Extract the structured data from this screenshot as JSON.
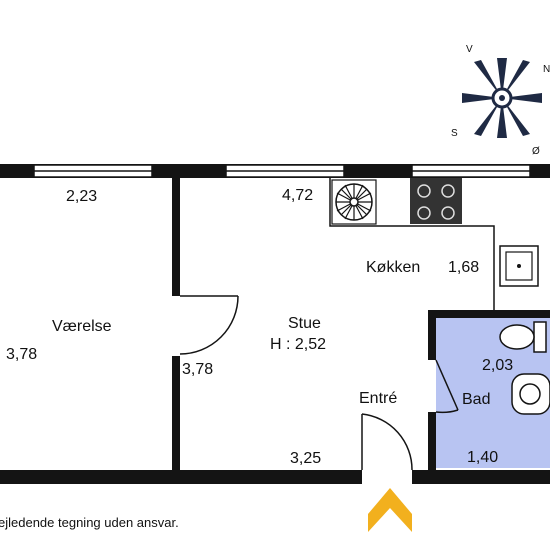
{
  "rooms": {
    "vaerelse": {
      "name": "Værelse",
      "width": "2,23",
      "depth": "3,78"
    },
    "stue": {
      "name": "Stue",
      "height": "H : 2,52",
      "width_top": "4,72",
      "width_bottom": "3,25",
      "depth": "3,78"
    },
    "koekken": {
      "name": "Køkken",
      "dim": "1,68"
    },
    "bad": {
      "name": "Bad",
      "dim1": "2,03",
      "dim2": "1,40"
    },
    "entre": {
      "name": "Entré"
    }
  },
  "compass": {
    "n": "N",
    "s": "S",
    "v": "V",
    "o": "Ø"
  },
  "disclaimer": "ejledende tegning uden ansvar.",
  "colors": {
    "wall": "#141414",
    "bath_fill": "#b8c4f2",
    "entrance_arrow": "#f2b01e",
    "compass": "#1f2a44"
  }
}
